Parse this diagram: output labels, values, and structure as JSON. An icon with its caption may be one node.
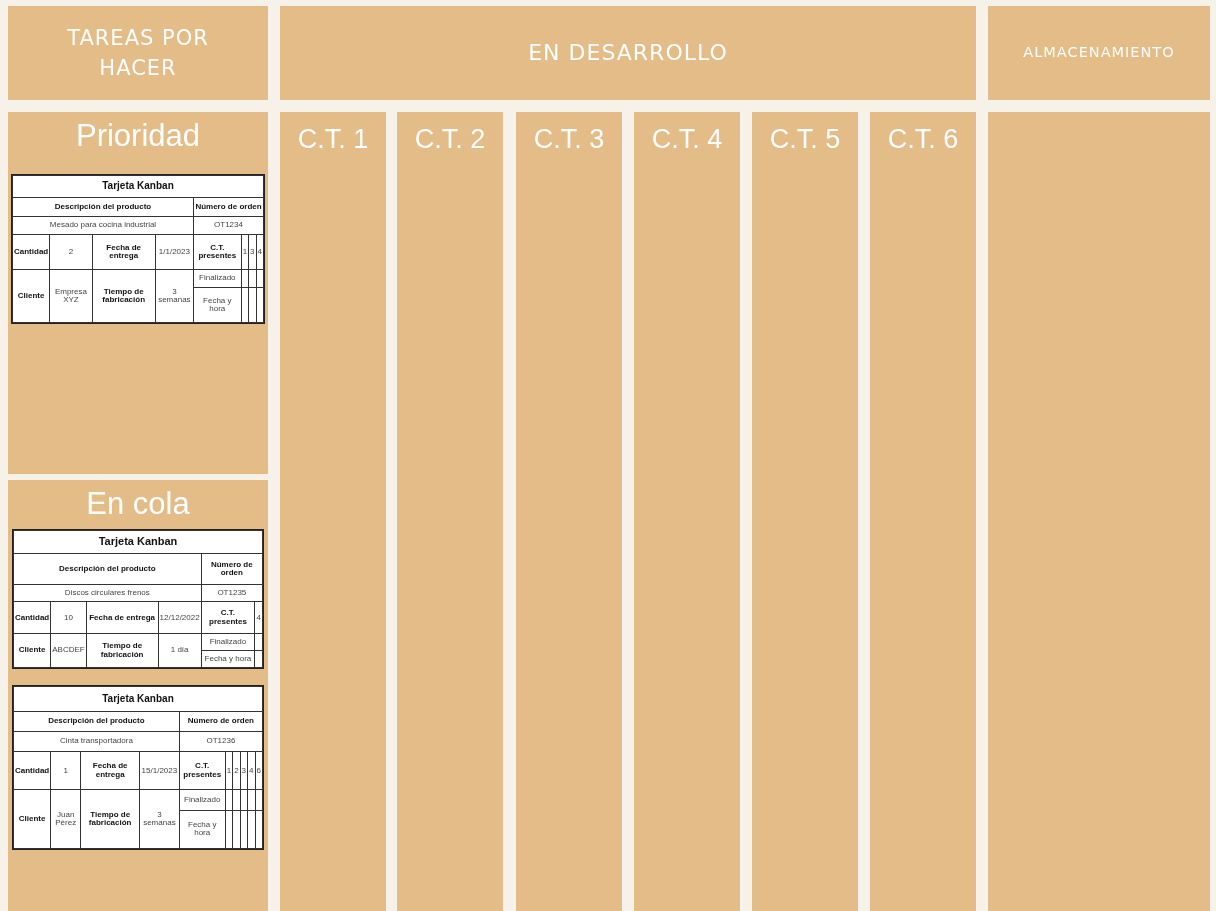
{
  "diagram": {
    "nodes": [
      {
        "text": [
          "TAREAS POR HACER"
        ]
      },
      {
        "text": [
          "EN DESARROLLO"
        ]
      },
      {
        "text": [
          "ALMACENAMIENTO"
        ]
      },
      {
        "text": [
          "Prioridad"
        ]
      },
      {
        "text": [
          "Tarjeta Kanban",
          "Descripción del producto",
          "Número de orden",
          "Mesado para cocina industrial",
          "OT1234",
          "Cantidad",
          "2",
          "Fecha de entrega",
          "1/1/2023",
          "C.T. presentes",
          "1",
          "3",
          "4",
          "Cliente",
          "Empresa XYZ",
          "Tiempo de fabricación",
          "3 semanas",
          "Finalizado",
          "Fecha y hora"
        ],
        "in": 3
      },
      {
        "text": [
          "En cola"
        ]
      },
      {
        "text": [
          "Tarjeta Kanban",
          "Descripción del producto",
          "Número de orden",
          "Discos circulares frenos",
          "OT1235",
          "Cantidad",
          "10",
          "Fecha de entrega",
          "12/12/2022",
          "C.T. presentes",
          "4",
          "Cliente",
          "ABCDEF",
          "Tiempo de fabricación",
          "1 día",
          "Finalizado",
          "Fecha y hora"
        ],
        "in": 5
      },
      {
        "text": [
          "Tarjeta Kanban",
          "Descripción del producto",
          "Número de orden",
          "Cinta transportadora",
          "OT1236",
          "Cantidad",
          "1",
          "Fecha de entrega",
          "15/1/2023",
          "C.T. presentes",
          "1",
          "2",
          "3",
          "4",
          "6",
          "Cliente",
          "Juan Pérez",
          "Tiempo de fabricación",
          "3 semanas",
          "Finalizado",
          "Fecha y hora"
        ],
        "in": 5
      },
      {
        "text": [
          "C.T. 1"
        ]
      },
      {
        "text": [
          "C.T. 2"
        ]
      },
      {
        "text": [
          "C.T. 3"
        ]
      },
      {
        "text": [
          "C.T. 4"
        ]
      },
      {
        "text": [
          "C.T. 5"
        ]
      },
      {
        "text": [
          "C.T. 6"
        ]
      },
      {
        "text": [],
        "shape": "box"
      }
    ]
  }
}
